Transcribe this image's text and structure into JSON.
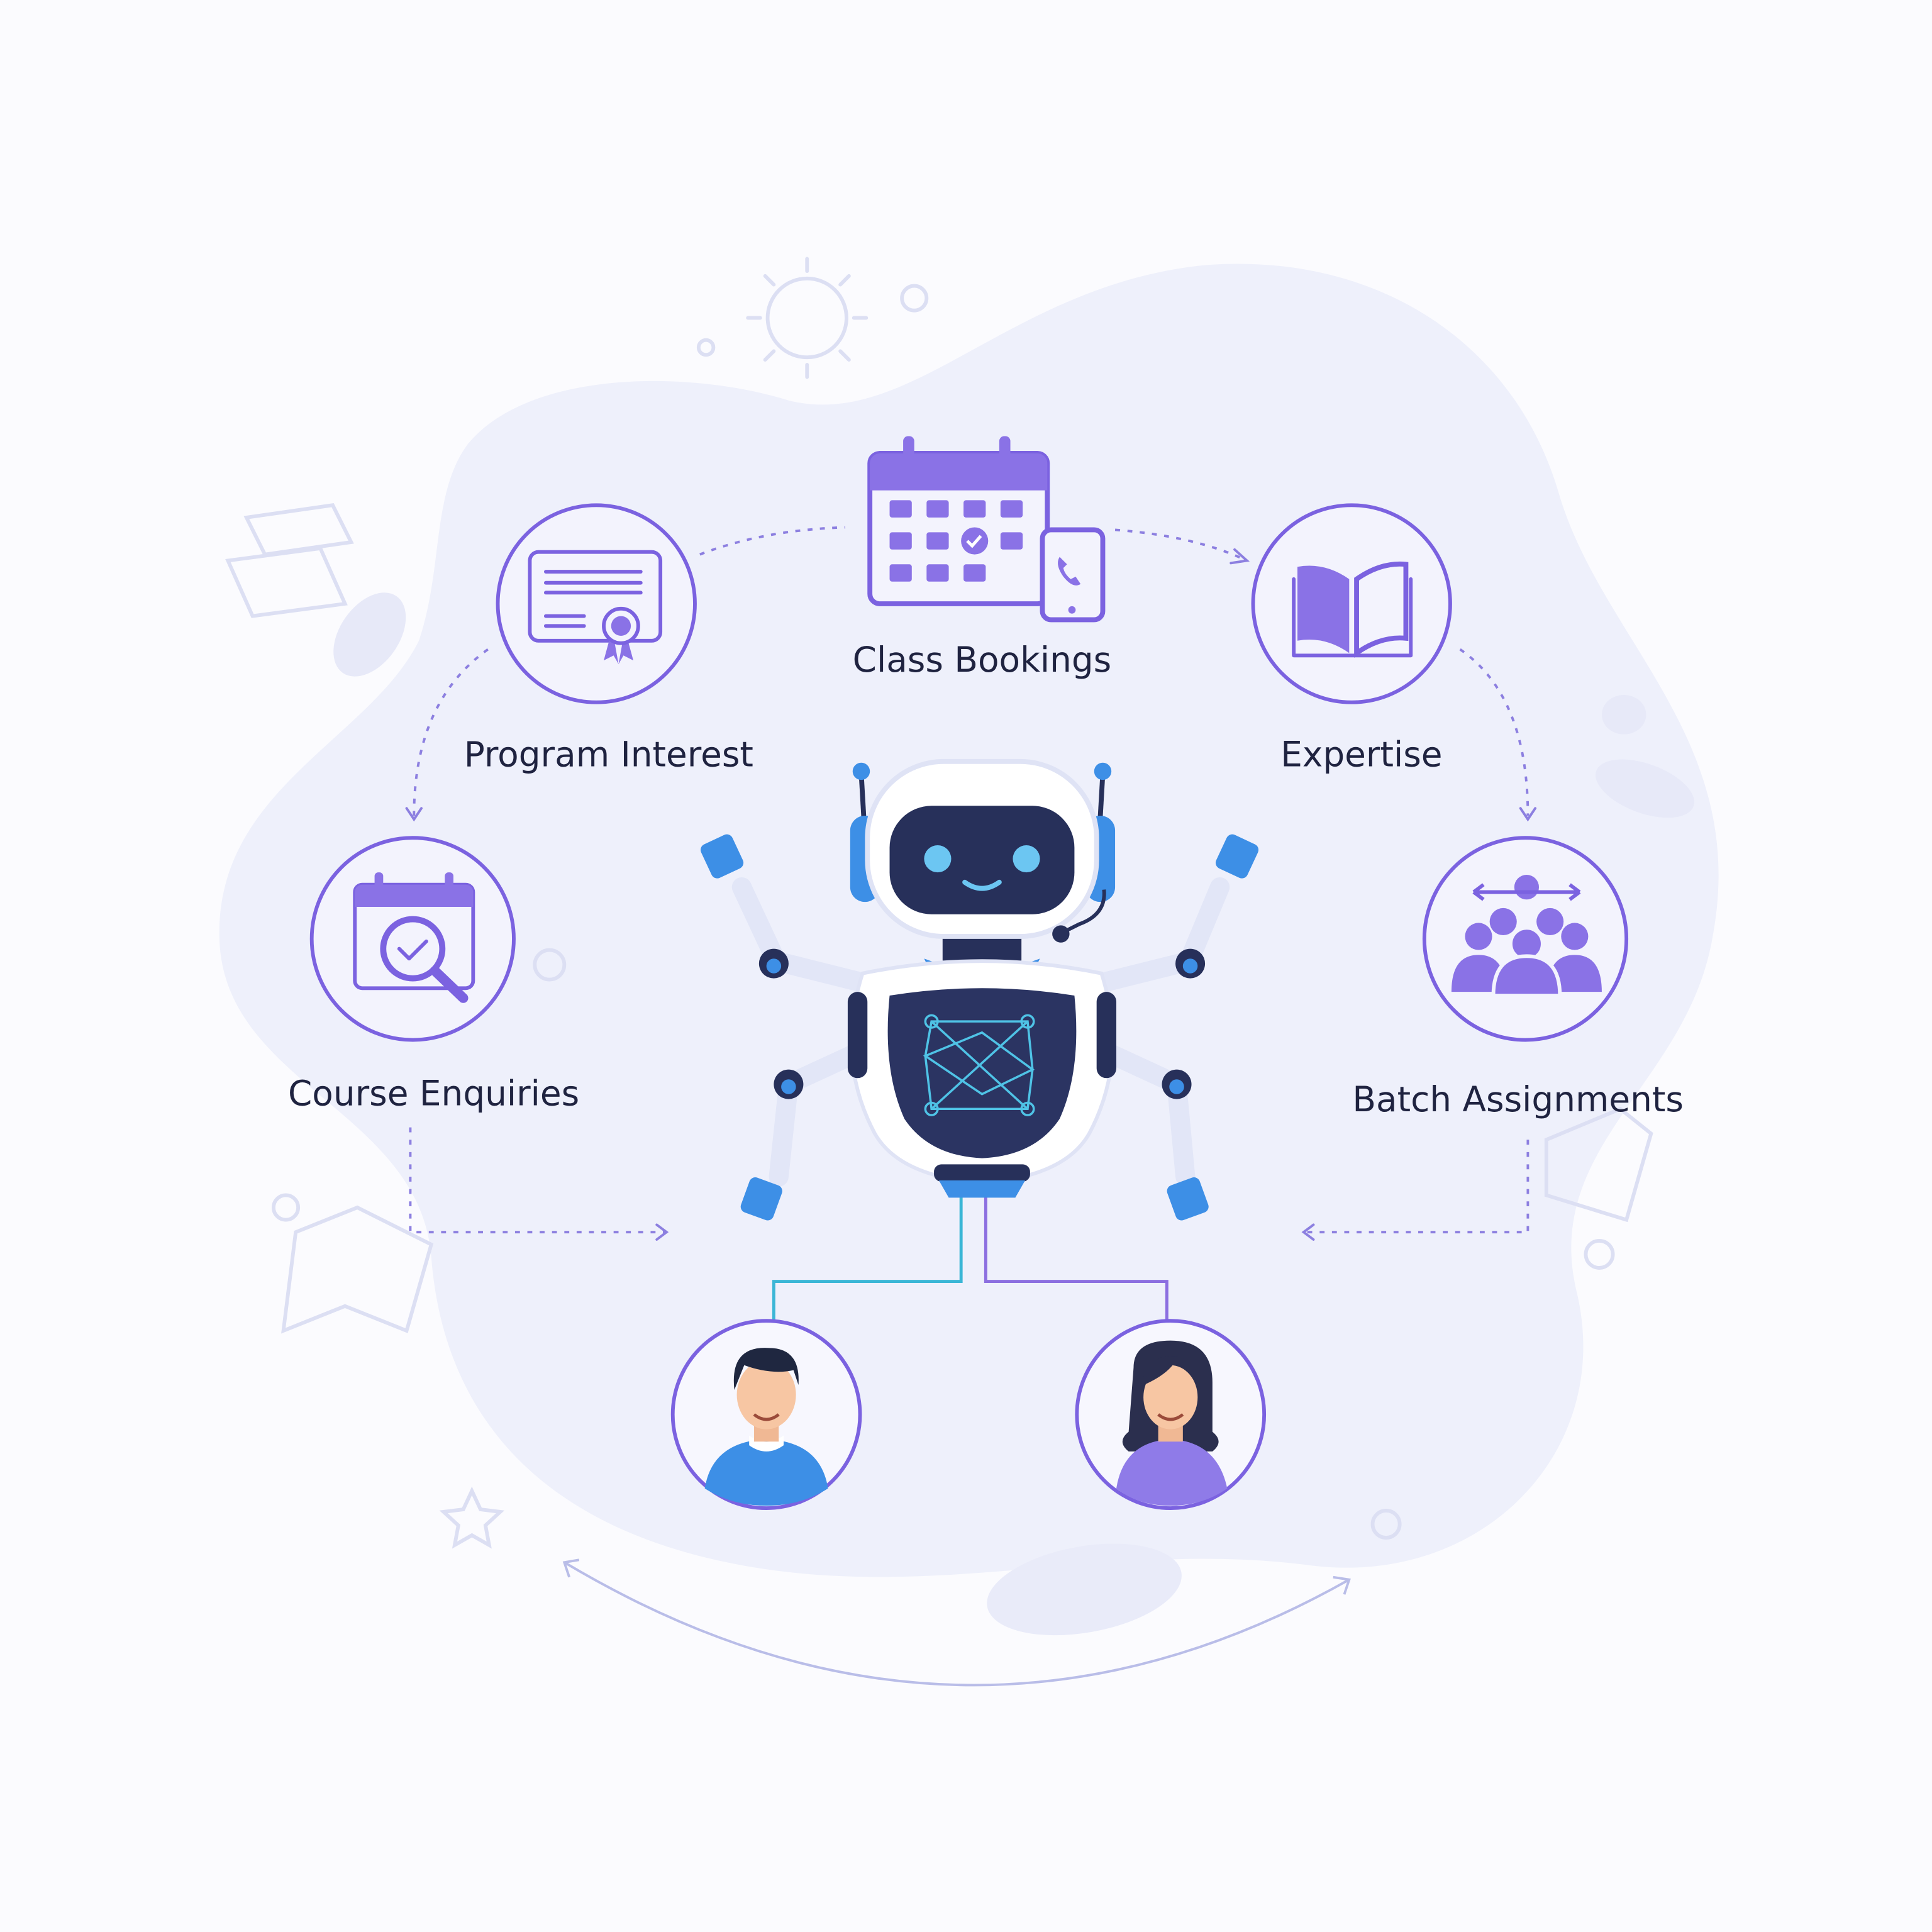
{
  "diagram": {
    "nodes": [
      {
        "id": "program-interest",
        "label": "Program Interest",
        "icon": "certificate-icon"
      },
      {
        "id": "class-bookings",
        "label": "Class Bookings",
        "icon": "calendar-phone-icon"
      },
      {
        "id": "expertise",
        "label": "Expertise",
        "icon": "open-book-icon"
      },
      {
        "id": "course-enquiries",
        "label": "Course Enquiries",
        "icon": "calendar-search-icon"
      },
      {
        "id": "batch-assignments",
        "label": "Batch Assignments",
        "icon": "group-icon"
      }
    ],
    "center": {
      "icon": "robot-icon"
    },
    "people": [
      {
        "icon": "male-avatar-icon"
      },
      {
        "icon": "female-avatar-icon"
      }
    ],
    "colors": {
      "accent": "#7b62e0",
      "robot_blue": "#3d8fe6",
      "robot_dark": "#27305a",
      "teal_line": "#3bb6d6",
      "text": "#1f2340"
    }
  }
}
